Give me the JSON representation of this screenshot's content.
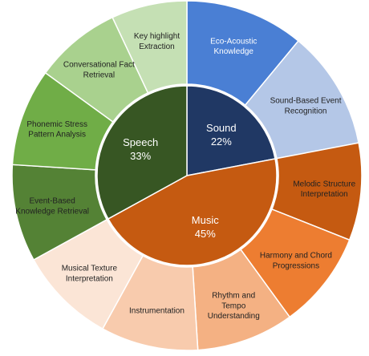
{
  "chart_data": {
    "type": "pie",
    "inner": [
      {
        "label": "Sound",
        "percent": "22%",
        "value": 22,
        "color": "#203864",
        "text_color": "#ffffff"
      },
      {
        "label": "Music",
        "percent": "45%",
        "value": 45,
        "color": "#c55a11",
        "text_color": "#ffffff"
      },
      {
        "label": "Speech",
        "percent": "33%",
        "value": 33,
        "color": "#375623",
        "text_color": "#ffffff"
      }
    ],
    "outer": [
      {
        "label": "Eco-Acoustic Knowledge",
        "lines": [
          "Eco-Acoustic",
          "Knowledge"
        ],
        "parent": "Sound",
        "value": 11,
        "color": "#4a7fd4",
        "text_color": "#ffffff"
      },
      {
        "label": "Sound-Based Event Recognition",
        "lines": [
          "Sound-Based Event",
          "Recognition"
        ],
        "parent": "Sound",
        "value": 11,
        "color": "#b4c7e7",
        "text_color": "#222222"
      },
      {
        "label": "Melodic Structure Interpretation",
        "lines": [
          "Melodic Structure",
          "Interpretation"
        ],
        "parent": "Music",
        "value": 9,
        "color": "#c55a11",
        "text_color": "#222222"
      },
      {
        "label": "Harmony and Chord Progressions",
        "lines": [
          "Harmony and Chord",
          "Progressions"
        ],
        "parent": "Music",
        "value": 9,
        "color": "#ed7d31",
        "text_color": "#222222"
      },
      {
        "label": "Rhythm and Tempo Understanding",
        "lines": [
          "Rhythm and",
          "Tempo",
          "Understanding"
        ],
        "parent": "Music",
        "value": 9,
        "color": "#f4b183",
        "text_color": "#222222"
      },
      {
        "label": "Instrumentation",
        "lines": [
          "Instrumentation"
        ],
        "parent": "Music",
        "value": 9,
        "color": "#f8cbad",
        "text_color": "#222222"
      },
      {
        "label": "Musical Texture Interpretation",
        "lines": [
          "Musical Texture",
          "Interpretation"
        ],
        "parent": "Music",
        "value": 9,
        "color": "#fbe5d6",
        "text_color": "#222222"
      },
      {
        "label": "Event-Based Knowledge Retrieval",
        "lines": [
          "Event-Based",
          "Knowledge Retrieval"
        ],
        "parent": "Speech",
        "value": 9,
        "color": "#548235",
        "text_color": "#222222"
      },
      {
        "label": "Phonemic Stress Pattern Analysis",
        "lines": [
          "Phonemic Stress",
          "Pattern Analysis"
        ],
        "parent": "Speech",
        "value": 9,
        "color": "#70ad47",
        "text_color": "#222222"
      },
      {
        "label": "Conversational Fact Retrieval",
        "lines": [
          "Conversational Fact",
          "Retrieval"
        ],
        "parent": "Speech",
        "value": 8,
        "color": "#a9d18e",
        "text_color": "#222222"
      },
      {
        "label": "Key highlight Extraction",
        "lines": [
          "Key highlight",
          "Extraction"
        ],
        "parent": "Speech",
        "value": 7,
        "color": "#c5e0b4",
        "text_color": "#222222"
      }
    ]
  }
}
